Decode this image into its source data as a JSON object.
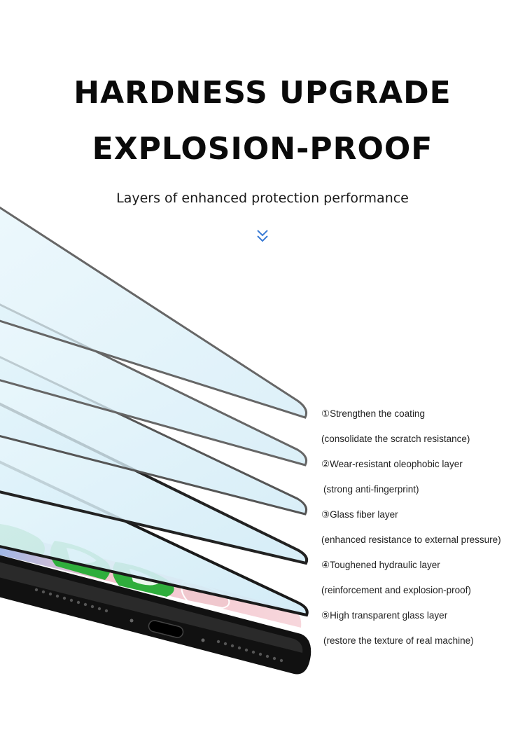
{
  "header": {
    "title_line1": "HARDNESS UPGRADE",
    "title_line2": "EXPLOSION-PROOF",
    "subtitle": "Layers of enhanced protection performance"
  },
  "icons": {
    "scroll_hint": "double-chevron-down-icon"
  },
  "colors": {
    "accent_blue": "#3a7bd5",
    "glass_tint": "#d6f0fa",
    "screen_pink": "#f6c9cf",
    "app_green": "#2fae3c"
  },
  "features": [
    {
      "title": "①Strengthen the coating",
      "detail": "(consolidate the scratch resistance)"
    },
    {
      "title": "②Wear-resistant oleophobic layer",
      "detail": "(strong anti-fingerprint)"
    },
    {
      "title": "③Glass fiber layer",
      "detail": "(enhanced resistance to external pressure)"
    },
    {
      "title": "④Toughened hydraulic layer",
      "detail": "(reinforcement and explosion-proof)"
    },
    {
      "title": "⑤High transparent glass layer",
      "detail": "(restore the texture of real machine)"
    }
  ]
}
